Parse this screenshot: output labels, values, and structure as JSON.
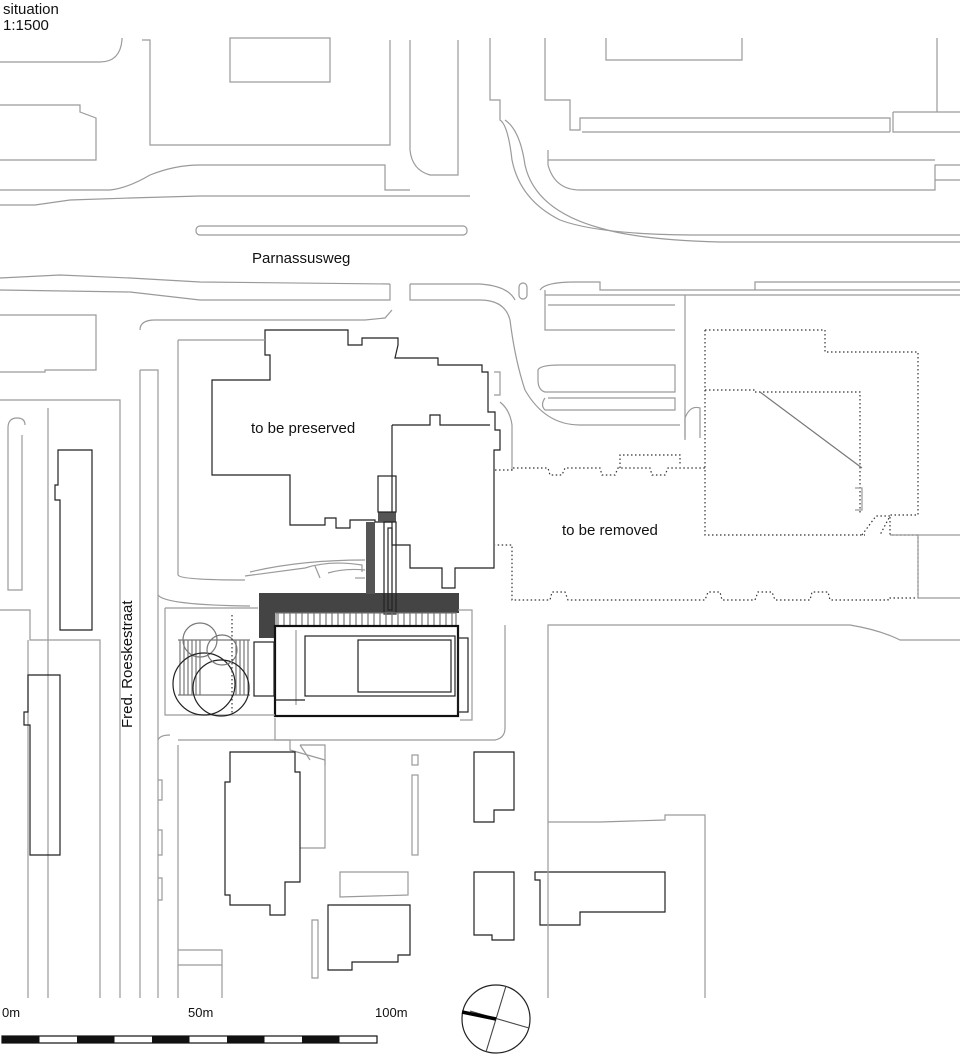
{
  "title": {
    "line1": "situation",
    "line2": "1:1500"
  },
  "labels": {
    "street_north": "Parnassusweg",
    "street_west": "Fred. Roeskestraat",
    "preserved": "to be preserved",
    "removed": "to be removed"
  },
  "scale_bar": {
    "ticks": [
      "0m",
      "50m",
      "100m"
    ],
    "segments": 10
  },
  "north_arrow": {
    "icon": "north-arrow-icon"
  }
}
